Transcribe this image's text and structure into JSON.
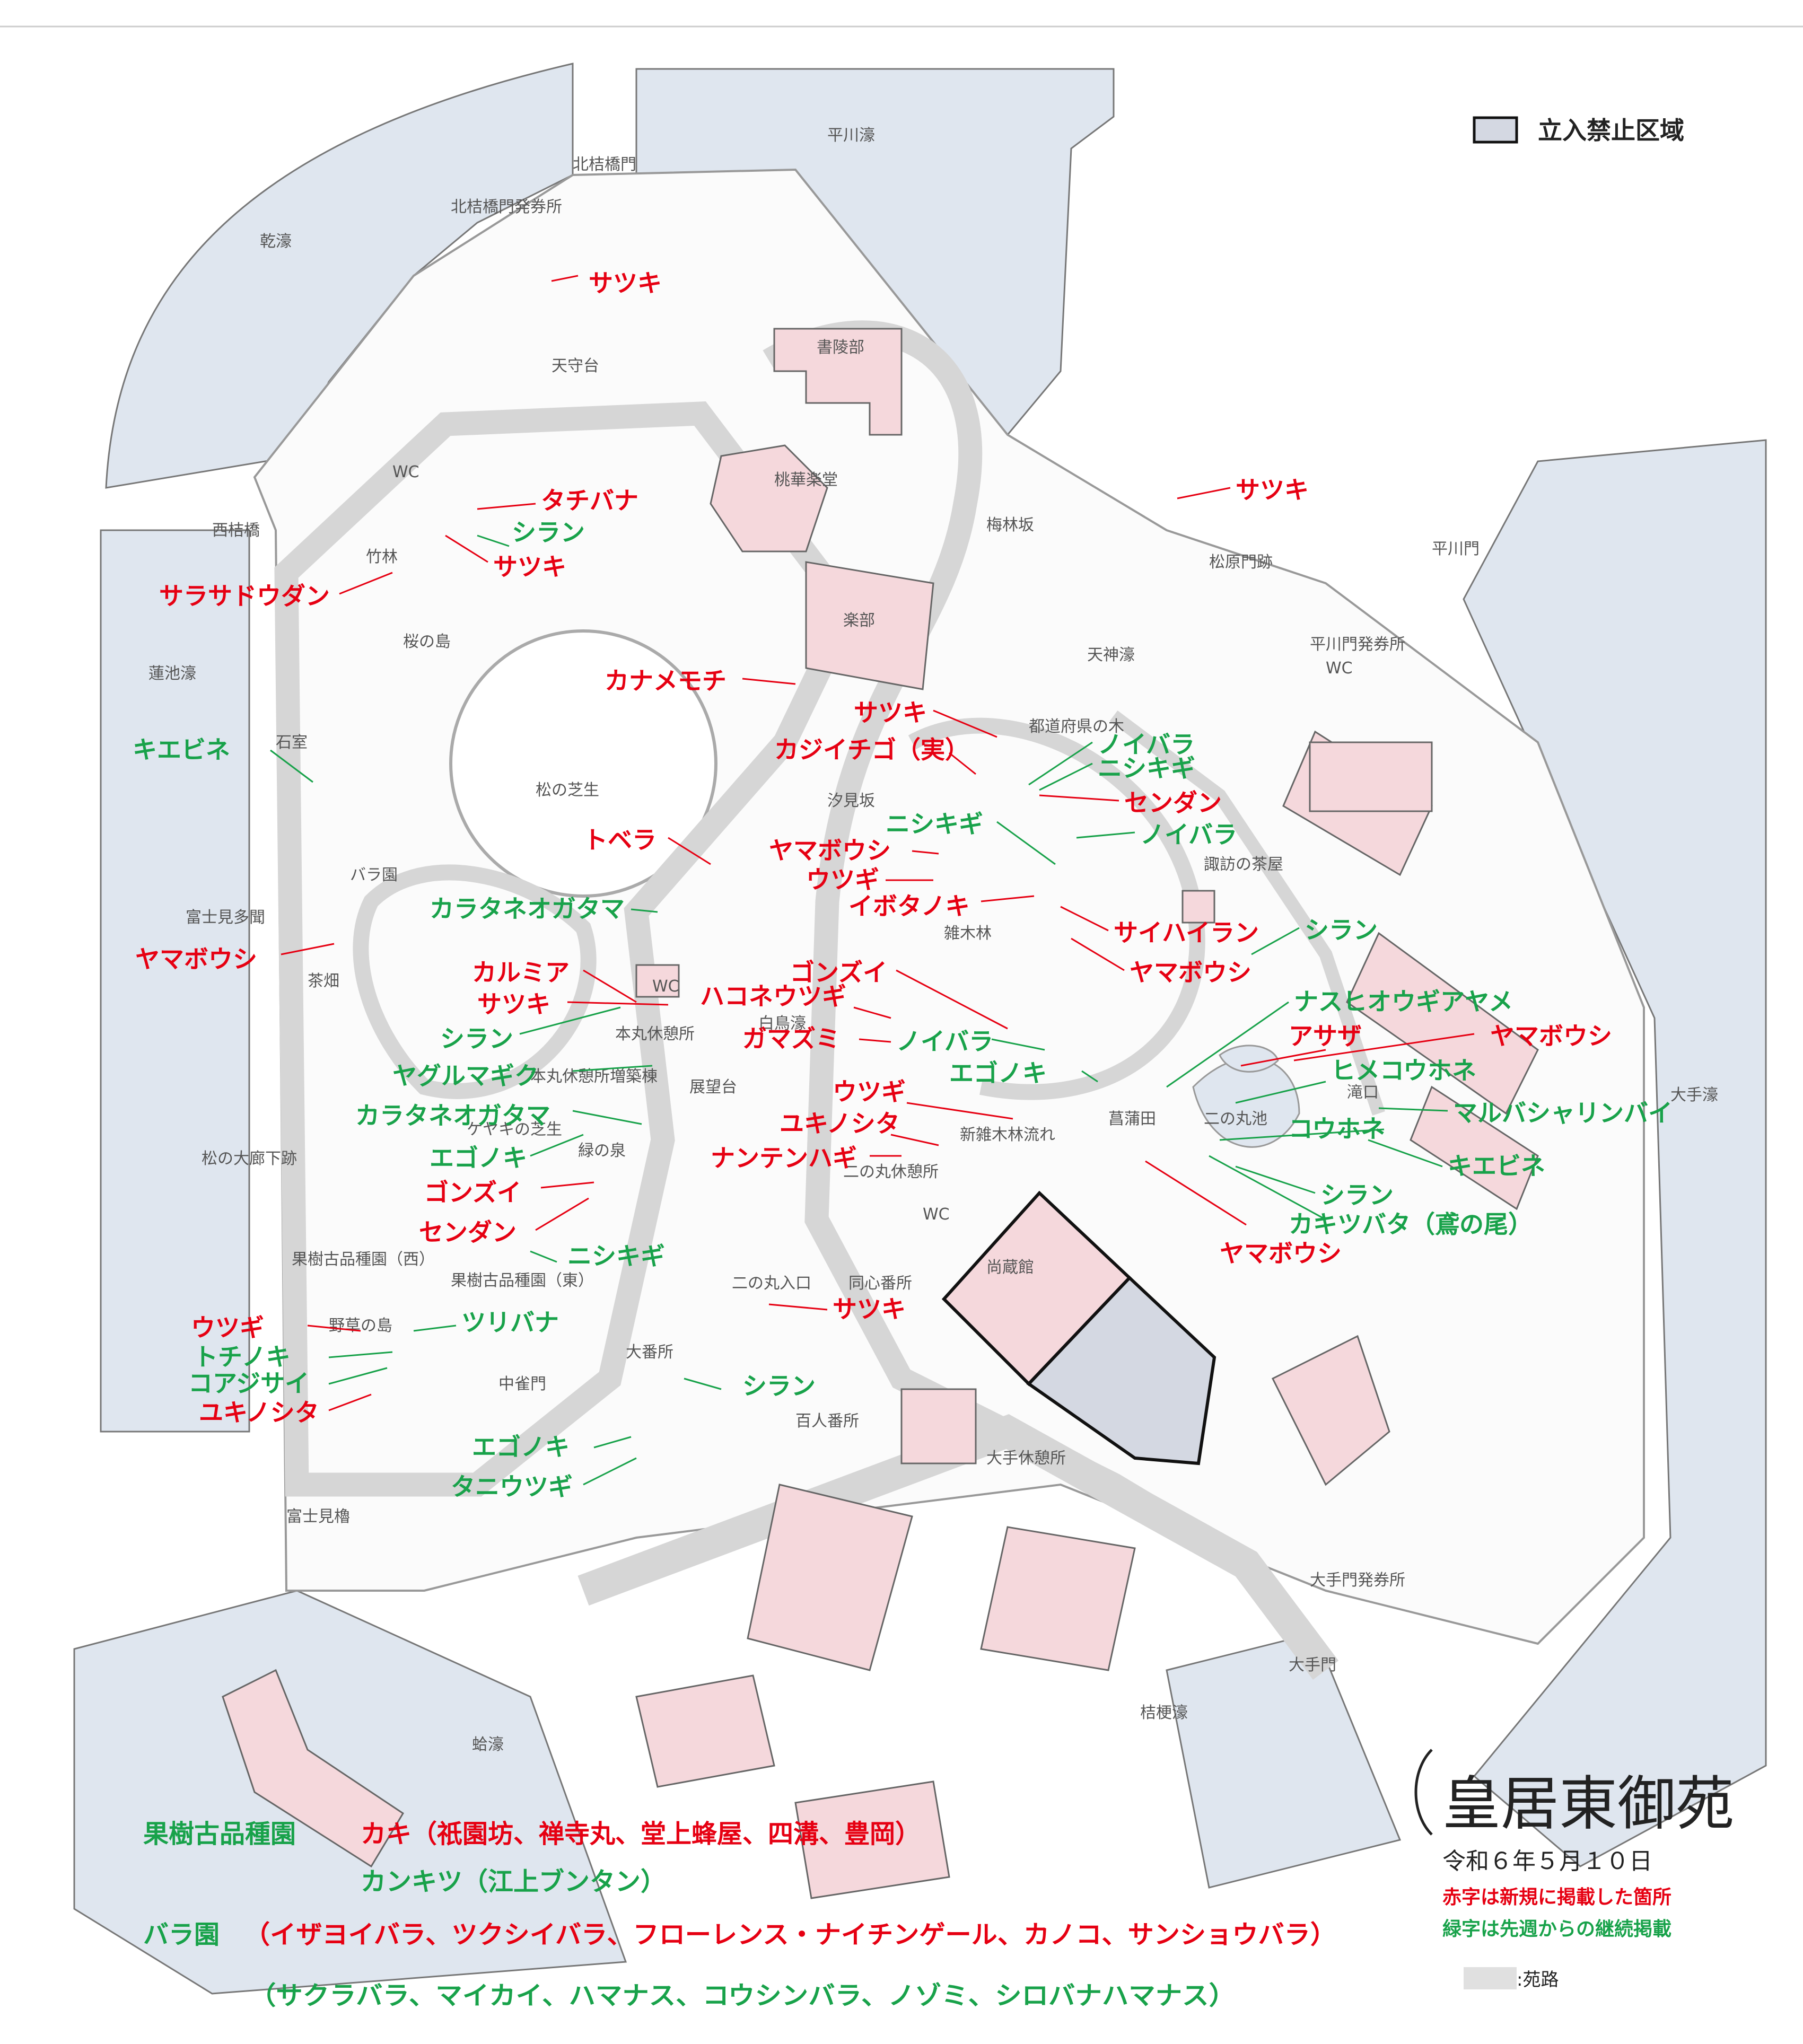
{
  "legend": {
    "restricted_area": "立入禁止区域",
    "path_label": ":苑路"
  },
  "colors": {
    "moat": "#dfe6ef",
    "building": "#f5d8dc",
    "path": "#d6d6d6",
    "restricted": "#d4d8e2",
    "red": "#e60012",
    "green": "#18a24a"
  },
  "title": "皇居東御苑",
  "date": "令和６年５月１０日",
  "note_red": "赤字は新規に掲載した箇所",
  "note_green": "緑字は先週からの継続掲載",
  "places": {
    "hirakawa_moat": "平川濠",
    "inui_moat": "乾濠",
    "kitahanebashi_gate": "北桔橋門",
    "kitahanebashi_ticket": "北桔橋門発券所",
    "tenshudai": "天守台",
    "shoryobu": "書陵部",
    "tokagakudo": "桃華楽堂",
    "gakubu": "楽部",
    "baibayashi_zaka": "梅林坂",
    "hirakawa_gate": "平川門",
    "matsubara_gate": "松原門跡",
    "hirakawa_ticket": "平川門発券所",
    "tenjin_moat": "天神濠",
    "wc": "WC",
    "nishihanebashi": "西桔橋",
    "chikurin": "竹林",
    "sakura_island": "桜の島",
    "hasuike_moat": "蓮池濠",
    "ishimuro": "石室",
    "matsu_lawn": "松の芝生",
    "todofuken_trees": "都道府県の木",
    "shiomizaka": "汐見坂",
    "suwa_teahouse": "諏訪の茶屋",
    "bara_garden": "バラ園",
    "fujimitamon": "富士見多聞",
    "zoukibayashi": "雑木林",
    "chabatake": "茶畑",
    "hakucho_moat": "白鳥濠",
    "honmaru_rest": "本丸休憩所",
    "honmaru_rest_annex": "本丸休憩所増築棟",
    "tenbodai": "展望台",
    "keyaki_lawn": "ケヤキの芝生",
    "midori_spring": "緑の泉",
    "matsu_corridor": "松の大廊下跡",
    "takiguchi": "滝口",
    "ninomaru_pond": "二の丸池",
    "shobuda": "菖蒲田",
    "new_zoki_stream": "新雑木林流れ",
    "ninomaru_rest": "二の丸休憩所",
    "otemoat": "大手濠",
    "fruit_west": "果樹古品種園（西）",
    "fruit_east": "果樹古品種園（東）",
    "ninomaru_entrance": "二の丸入口",
    "doshinbansho": "同心番所",
    "shozokan": "尚蔵館",
    "yasou_island": "野草の島",
    "oban_sho": "大番所",
    "nakanomon": "中雀門",
    "hyakunin_bansho": "百人番所",
    "ote_rest": "大手休憩所",
    "ote_ticket": "大手門発券所",
    "ote_gate": "大手門",
    "fujimi_yagura": "富士見櫓",
    "kikyo_moat": "桔梗濠",
    "hamaguri_moat": "蛤濠"
  },
  "flowers": [
    {
      "text": "サツキ",
      "color": "red"
    },
    {
      "text": "タチバナ",
      "color": "red"
    },
    {
      "text": "シラン",
      "color": "green"
    },
    {
      "text": "サツキ",
      "color": "red"
    },
    {
      "text": "サラサドウダン",
      "color": "red"
    },
    {
      "text": "サツキ",
      "color": "red"
    },
    {
      "text": "カナメモチ",
      "color": "red"
    },
    {
      "text": "サツキ",
      "color": "red"
    },
    {
      "text": "カジイチゴ（実）",
      "color": "red"
    },
    {
      "text": "ノイバラ",
      "color": "green"
    },
    {
      "text": "ニシキギ",
      "color": "green"
    },
    {
      "text": "センダン",
      "color": "red"
    },
    {
      "text": "キエビネ",
      "color": "green"
    },
    {
      "text": "ニシキギ",
      "color": "green"
    },
    {
      "text": "ノイバラ",
      "color": "green"
    },
    {
      "text": "トベラ",
      "color": "red"
    },
    {
      "text": "ヤマボウシ",
      "color": "red"
    },
    {
      "text": "ウツギ",
      "color": "red"
    },
    {
      "text": "イボタノキ",
      "color": "red"
    },
    {
      "text": "カラタネオガタマ",
      "color": "green"
    },
    {
      "text": "サイハイラン",
      "color": "red"
    },
    {
      "text": "シラン",
      "color": "green"
    },
    {
      "text": "ヤマボウシ",
      "color": "red"
    },
    {
      "text": "ヤマボウシ",
      "color": "red"
    },
    {
      "text": "カルミア",
      "color": "red"
    },
    {
      "text": "ゴンズイ",
      "color": "red"
    },
    {
      "text": "サツキ",
      "color": "red"
    },
    {
      "text": "ハコネウツギ",
      "color": "red"
    },
    {
      "text": "ナスヒオウギアヤメ",
      "color": "green"
    },
    {
      "text": "アサザ",
      "color": "red"
    },
    {
      "text": "ヤマボウシ",
      "color": "red"
    },
    {
      "text": "シラン",
      "color": "green"
    },
    {
      "text": "ガマズミ",
      "color": "red"
    },
    {
      "text": "ノイバラ",
      "color": "green"
    },
    {
      "text": "ヒメコウホネ",
      "color": "green"
    },
    {
      "text": "ヤグルマギク",
      "color": "green"
    },
    {
      "text": "エゴノキ",
      "color": "green"
    },
    {
      "text": "カラタネオガタマ",
      "color": "green"
    },
    {
      "text": "ウツギ",
      "color": "red"
    },
    {
      "text": "マルバシャリンバイ",
      "color": "green"
    },
    {
      "text": "コウホネ",
      "color": "green"
    },
    {
      "text": "ユキノシタ",
      "color": "red"
    },
    {
      "text": "エゴノキ",
      "color": "green"
    },
    {
      "text": "キエビネ",
      "color": "green"
    },
    {
      "text": "ナンテンハギ",
      "color": "red"
    },
    {
      "text": "ゴンズイ",
      "color": "red"
    },
    {
      "text": "シラン",
      "color": "green"
    },
    {
      "text": "カキツバタ（鳶の尾）",
      "color": "green"
    },
    {
      "text": "センダン",
      "color": "red"
    },
    {
      "text": "ヤマボウシ",
      "color": "red"
    },
    {
      "text": "ニシキギ",
      "color": "green"
    },
    {
      "text": "サツキ",
      "color": "red"
    },
    {
      "text": "ウツギ",
      "color": "red"
    },
    {
      "text": "ツリバナ",
      "color": "green"
    },
    {
      "text": "トチノキ",
      "color": "green"
    },
    {
      "text": "コアジサイ",
      "color": "green"
    },
    {
      "text": "シラン",
      "color": "green"
    },
    {
      "text": "ユキノシタ",
      "color": "red"
    },
    {
      "text": "エゴノキ",
      "color": "green"
    },
    {
      "text": "タニウツギ",
      "color": "green"
    }
  ],
  "footer": {
    "fruit_garden_label": "果樹古品種園",
    "fruit_garden_red": "カキ（祇園坊、禅寺丸、堂上蜂屋、四溝、豊岡）",
    "fruit_garden_green": "カンキツ（江上ブンタン）",
    "rose_label": "バラ園",
    "rose_red": "（イザヨイバラ、ツクシイバラ、フローレンス・ナイチンゲール、カノコ、サンショウバラ）",
    "rose_green": "（サクラバラ、マイカイ、ハマナス、コウシンバラ、ノゾミ、シロバナハマナス）"
  }
}
